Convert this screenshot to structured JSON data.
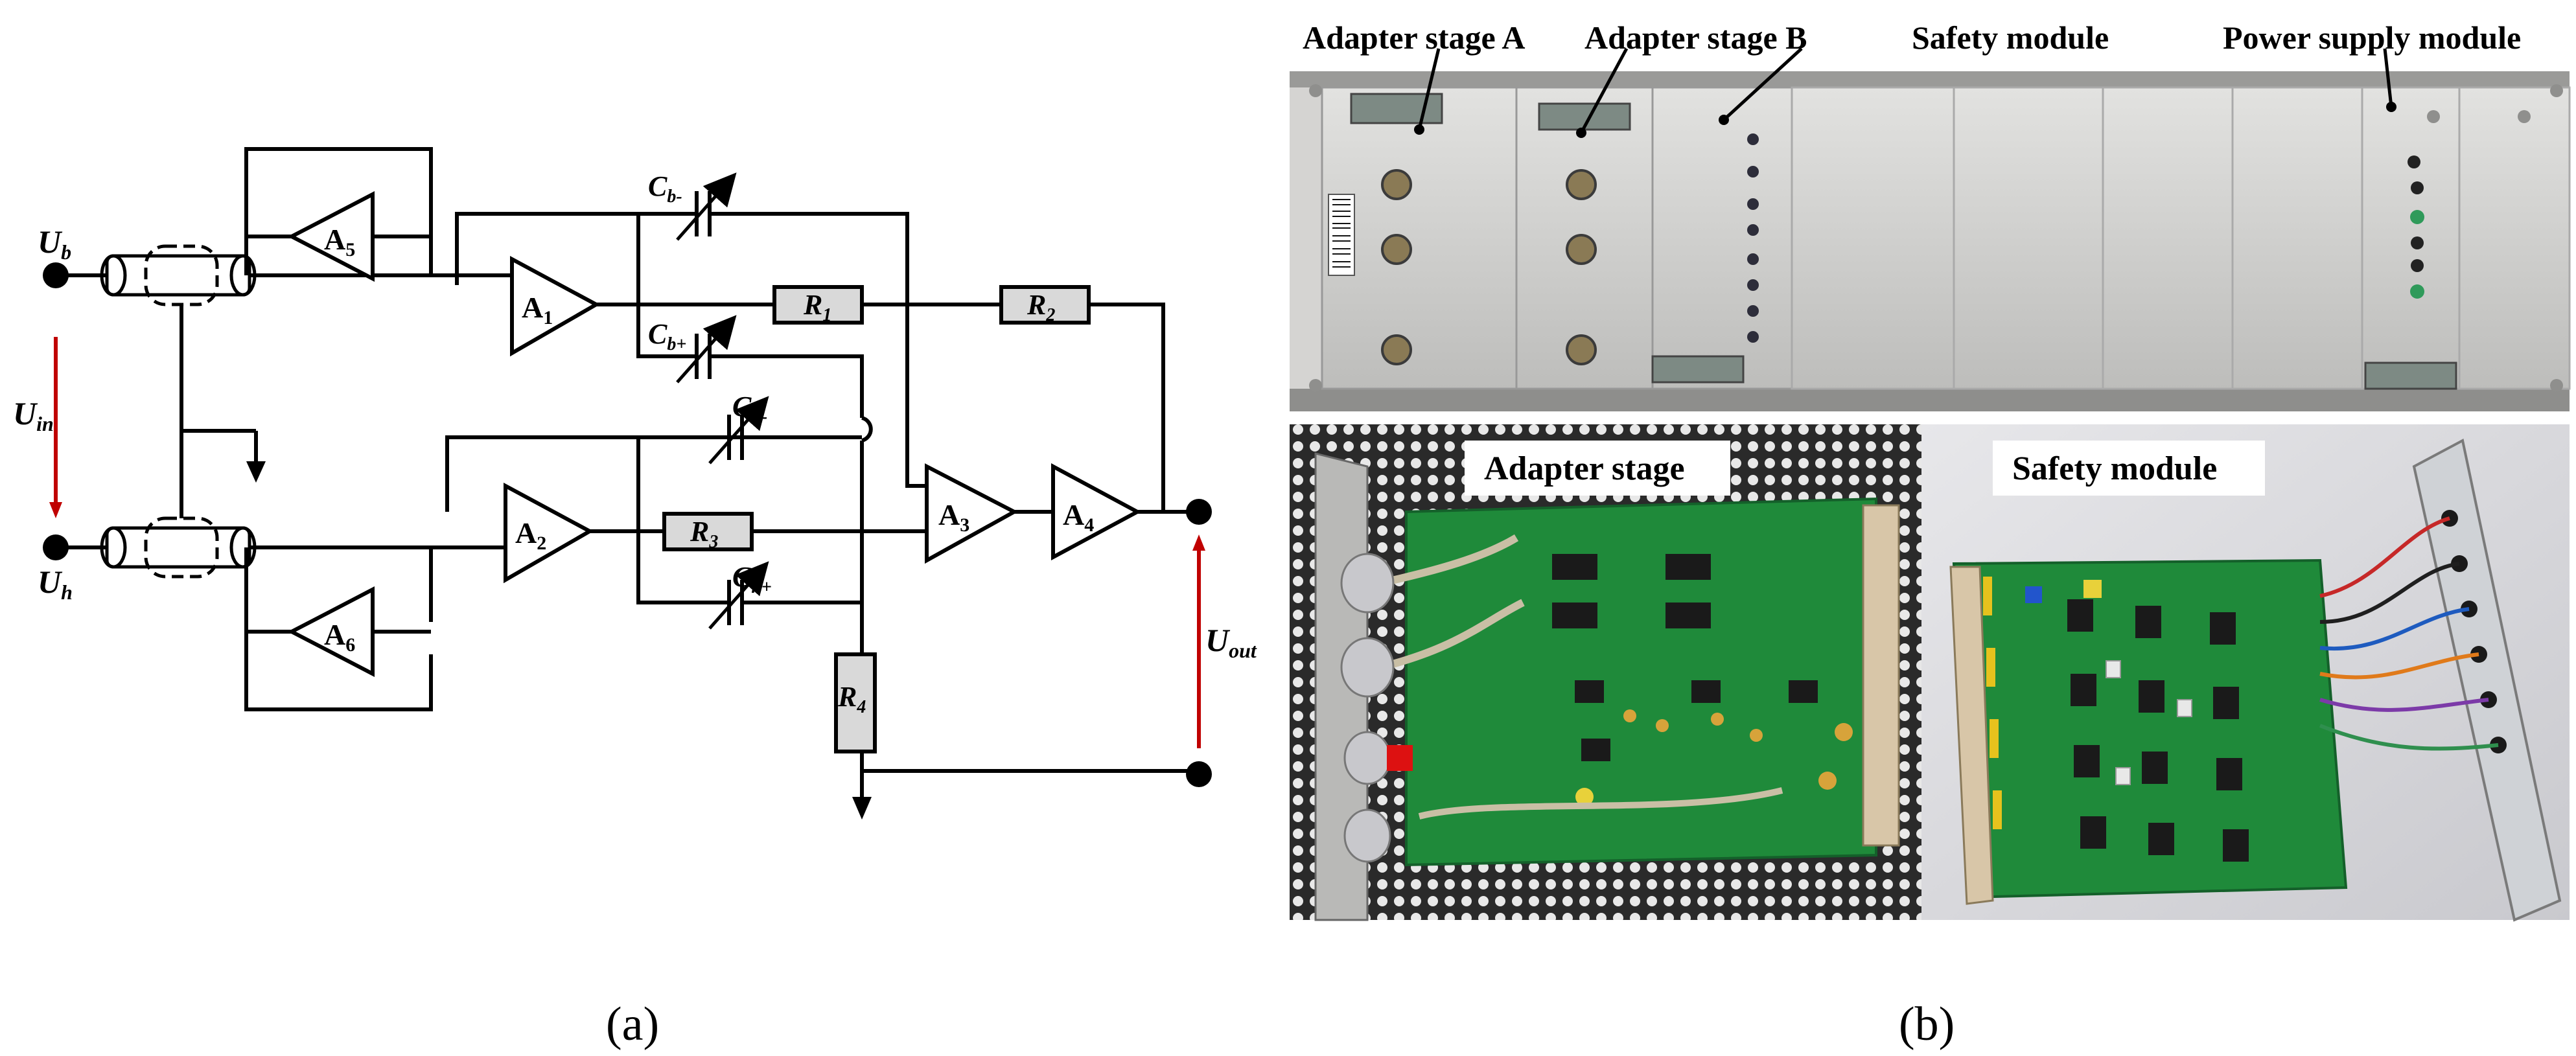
{
  "panel_a": {
    "caption": "(a)",
    "amplifiers": {
      "a1": {
        "main": "A",
        "sub": "1"
      },
      "a2": {
        "main": "A",
        "sub": "2"
      },
      "a3": {
        "main": "A",
        "sub": "3"
      },
      "a4": {
        "main": "A",
        "sub": "4"
      },
      "a5": {
        "main": "A",
        "sub": "5"
      },
      "a6": {
        "main": "A",
        "sub": "6"
      }
    },
    "resistors": {
      "r1": {
        "main": "R",
        "sub": "1"
      },
      "r2": {
        "main": "R",
        "sub": "2"
      },
      "r3": {
        "main": "R",
        "sub": "3"
      },
      "r4": {
        "main": "R",
        "sub": "4"
      }
    },
    "capacitors": {
      "cbm": {
        "main": "C",
        "sub": "b-"
      },
      "cbp": {
        "main": "C",
        "sub": "b+"
      },
      "chm": {
        "main": "C",
        "sub": "h-"
      },
      "chp": {
        "main": "C",
        "sub": "h+"
      }
    },
    "terminals": {
      "ub": {
        "main": "U",
        "sub": "b"
      },
      "uh": {
        "main": "U",
        "sub": "h"
      },
      "uin": {
        "main": "U",
        "sub": "in"
      },
      "uout": {
        "main": "U",
        "sub": "out"
      }
    }
  },
  "panel_b": {
    "caption": "(b)",
    "rack_labels": {
      "adapter_a": "Adapter stage A",
      "adapter_b": "Adapter stage B",
      "safety": "Safety module",
      "power": "Power supply module"
    },
    "photo_labels": {
      "adapter_stage": "Adapter stage",
      "safety_module": "Safety module"
    }
  },
  "colors": {
    "arrow_red": "#c00000",
    "resistor_fill": "#d9d9d9",
    "pcb_green": "#1f8a3a",
    "rack_grey": "#cfcfcd"
  }
}
